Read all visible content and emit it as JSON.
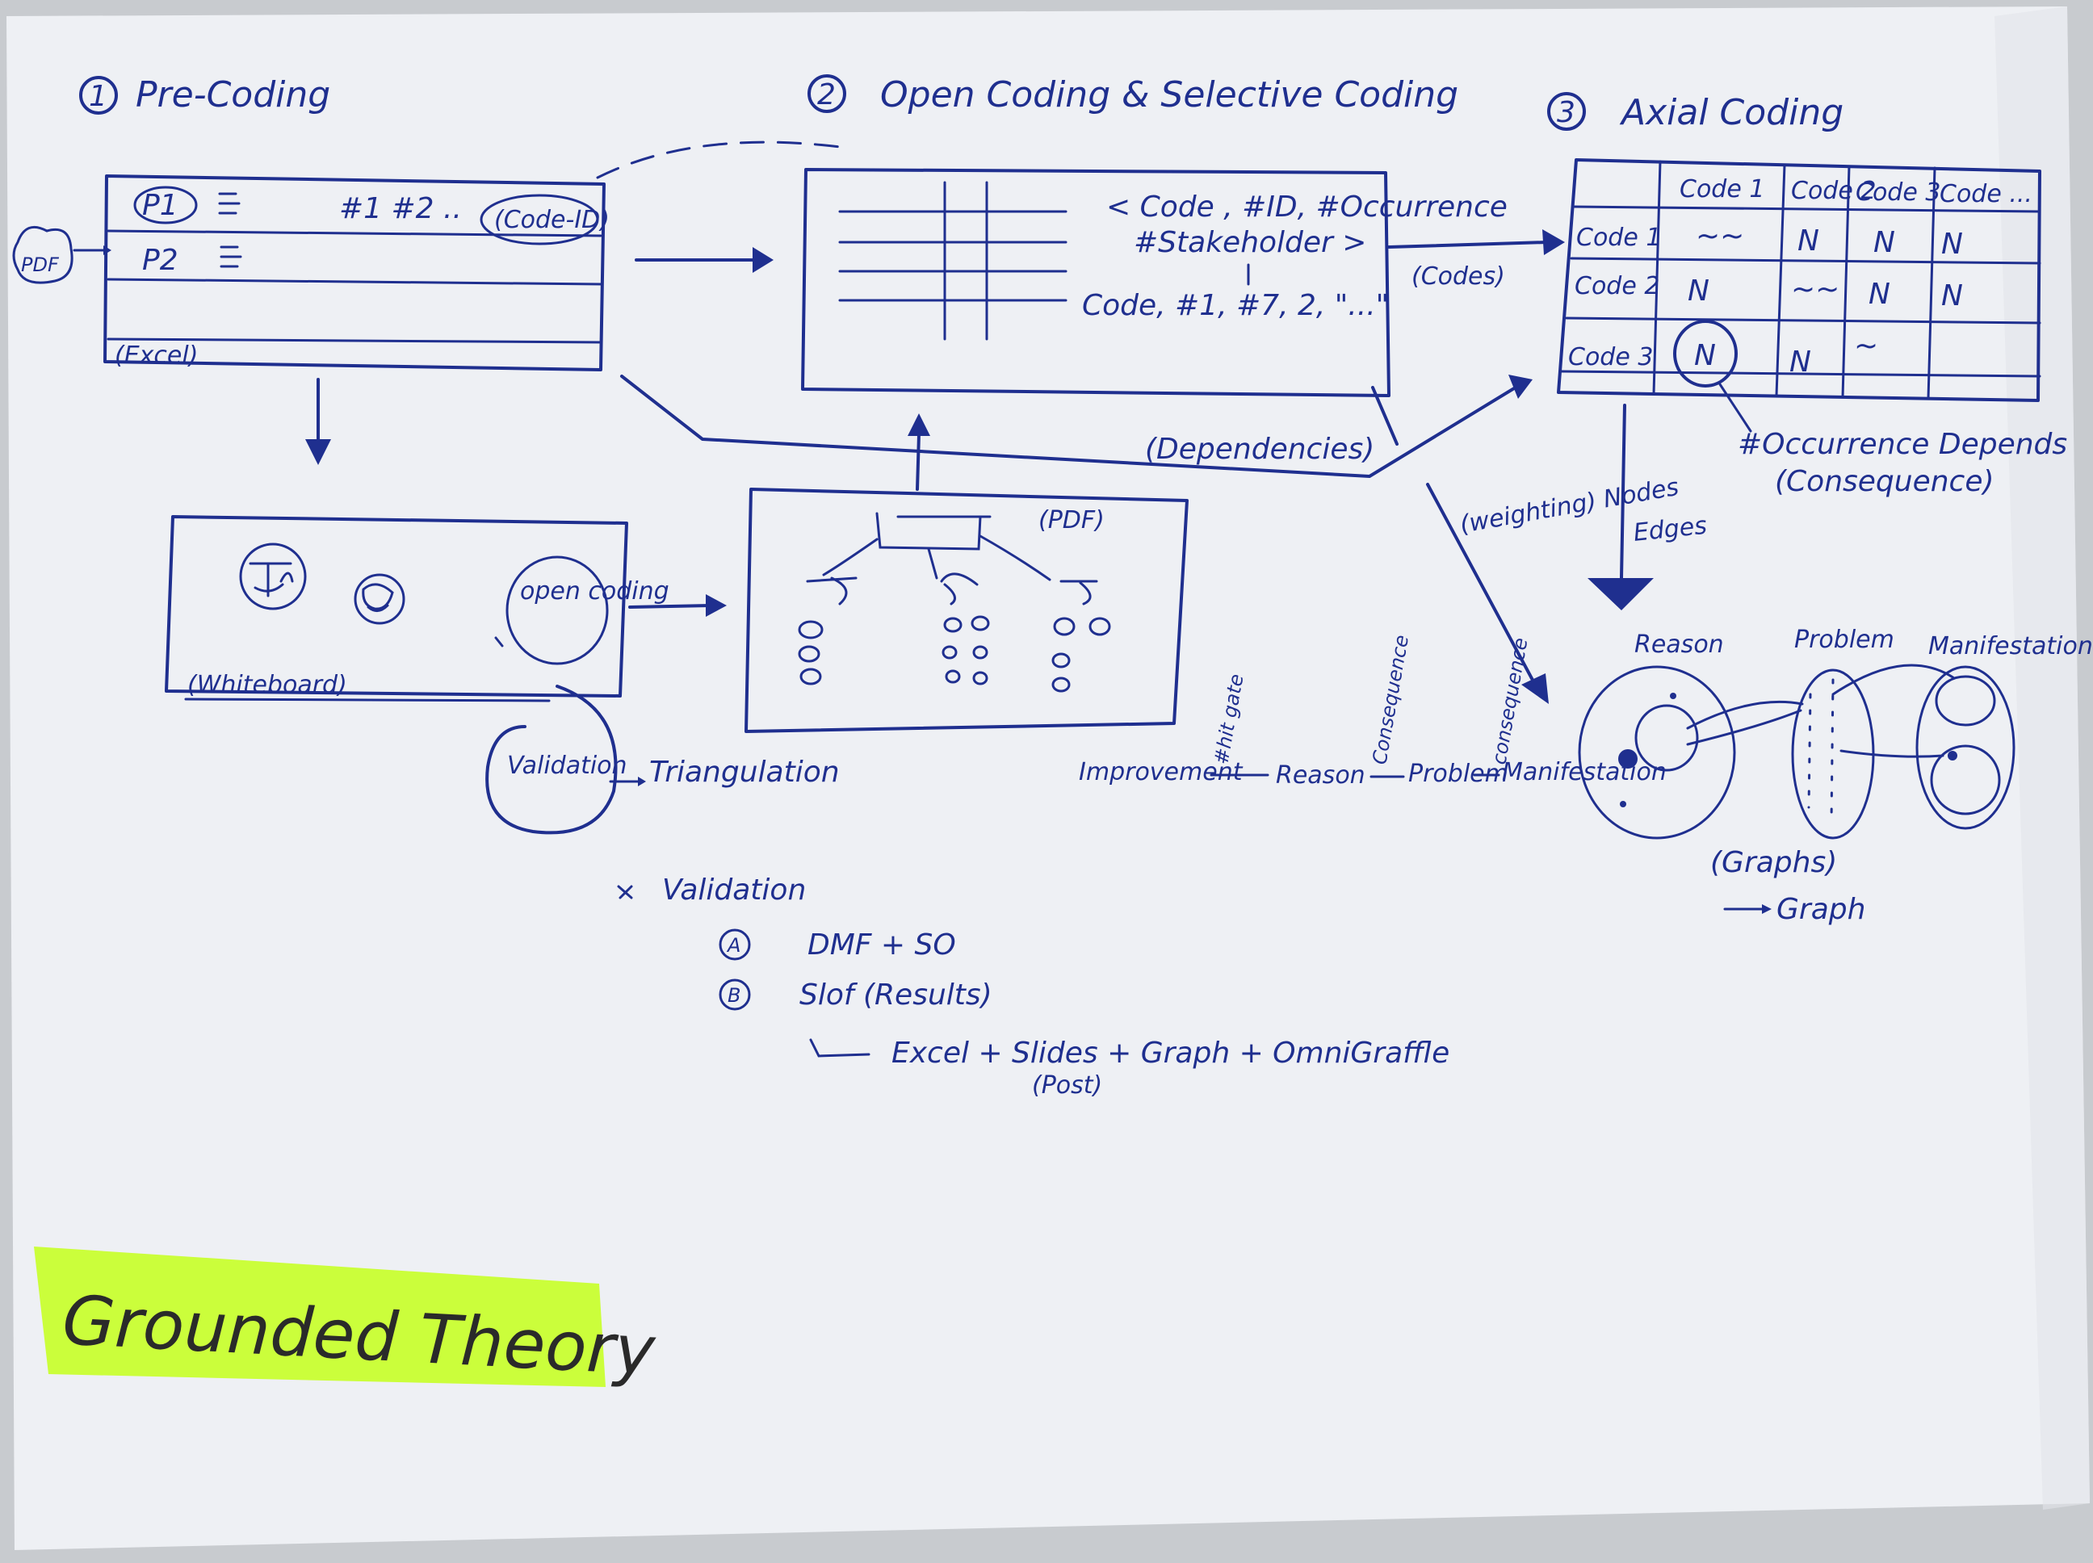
{
  "colors": {
    "ink": "#1f2f8f",
    "paper": "#eef0f4",
    "highlighter": "#c8ff2a"
  },
  "sections": {
    "pre_coding": {
      "number": "1",
      "title": "Pre-Coding"
    },
    "open_coding": {
      "number": "2",
      "title": "Open Coding & Selective Coding"
    },
    "axial_coding": {
      "number": "3",
      "title": "Axial Coding"
    }
  },
  "pre_coding_sheet": {
    "row1": "P1",
    "row2": "P2",
    "codes": "#1 #2 ..",
    "code_id": "(Code-ID)",
    "caption": "(Excel)",
    "source": "PDF"
  },
  "open_coding_sheet": {
    "tuple_line1": "< Code , #ID, #Occurrence",
    "tuple_line2": "#Stakeholder >",
    "codes_line": "Code, #1, #7, 2, \"...\""
  },
  "arrow_labels": {
    "codes": "(Codes)",
    "dependencies": "(Dependencies)",
    "edges": "Edges",
    "weighting_nodes": "(weighting) Nodes"
  },
  "matrix": {
    "headers": [
      "Code 1",
      "Code 2",
      "Code 3",
      "Code ..."
    ],
    "rows": [
      {
        "label": "Code 1",
        "cells": [
          "~~",
          "N",
          "N",
          "N"
        ]
      },
      {
        "label": "Code 2",
        "cells": [
          "N",
          "~~",
          "N",
          "N"
        ]
      },
      {
        "label": "Code 3",
        "cells": [
          "N",
          "N",
          "~",
          ""
        ]
      }
    ],
    "note_line1": "#Occurrence Depends",
    "note_line2": "(Consequence)"
  },
  "whiteboard": {
    "open_coding": "open coding",
    "caption": "(Whiteboard)",
    "validation": "Validation",
    "triangulation": "Triangulation"
  },
  "pdf_tree": {
    "caption": "(PDF)"
  },
  "chain": {
    "improvement": "Improvement",
    "reason": "Reason",
    "problem": "Problem",
    "manifestation": "Manifestation",
    "label1": "#hit gate",
    "label2": "Consequence",
    "label3": "consequence"
  },
  "graph": {
    "reason": "Reason",
    "problem": "Problem",
    "manifestation": "Manifestation",
    "caption": "(Graphs)",
    "arrow_label": "Graph"
  },
  "validation_list": {
    "heading": "Validation",
    "a_marker": "A",
    "a_text": "DMF + SO",
    "b_marker": "B",
    "b_text": "Slof (Results)",
    "c_text": "Excel + Slides + Graph + OmniGraffle",
    "c_sub": "(Post)"
  },
  "highlight_label": "Grounded Theory"
}
